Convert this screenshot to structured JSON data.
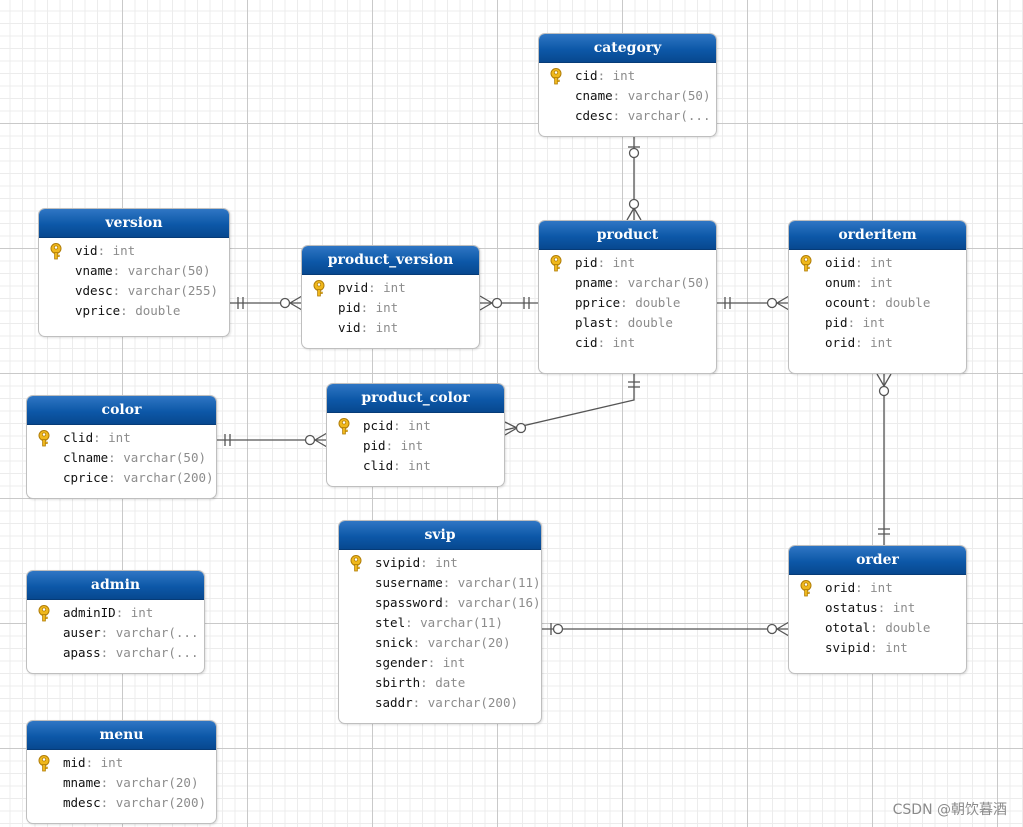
{
  "entities": {
    "category": {
      "title": "category",
      "fields": [
        {
          "name": "cid",
          "type": ": int",
          "key": true
        },
        {
          "name": "cname",
          "type": ": varchar(50)"
        },
        {
          "name": "cdesc",
          "type": ": varchar(..."
        }
      ]
    },
    "version": {
      "title": "version",
      "fields": [
        {
          "name": "vid",
          "type": ": int",
          "key": true
        },
        {
          "name": "vname",
          "type": ": varchar(50)"
        },
        {
          "name": "vdesc",
          "type": ": varchar(255)"
        },
        {
          "name": "vprice",
          "type": ": double"
        }
      ]
    },
    "product_version": {
      "title": "product_version",
      "fields": [
        {
          "name": "pvid",
          "type": ": int",
          "key": true
        },
        {
          "name": "pid",
          "type": ": int"
        },
        {
          "name": "vid",
          "type": ": int"
        }
      ]
    },
    "product": {
      "title": "product",
      "fields": [
        {
          "name": "pid",
          "type": ": int",
          "key": true
        },
        {
          "name": "pname",
          "type": ": varchar(50)"
        },
        {
          "name": "pprice",
          "type": ": double"
        },
        {
          "name": "plast",
          "type": ": double"
        },
        {
          "name": "cid",
          "type": ": int"
        }
      ]
    },
    "orderitem": {
      "title": "orderitem",
      "fields": [
        {
          "name": "oiid",
          "type": ": int",
          "key": true
        },
        {
          "name": "onum",
          "type": ": int"
        },
        {
          "name": "ocount",
          "type": ": double"
        },
        {
          "name": "pid",
          "type": ": int"
        },
        {
          "name": "orid",
          "type": ": int"
        }
      ]
    },
    "color": {
      "title": "color",
      "fields": [
        {
          "name": "clid",
          "type": ": int",
          "key": true
        },
        {
          "name": "clname",
          "type": ": varchar(50)"
        },
        {
          "name": "cprice",
          "type": ": varchar(200)"
        }
      ]
    },
    "product_color": {
      "title": "product_color",
      "fields": [
        {
          "name": "pcid",
          "type": ": int",
          "key": true
        },
        {
          "name": "pid",
          "type": ": int"
        },
        {
          "name": "clid",
          "type": ": int"
        }
      ]
    },
    "svip": {
      "title": "svip",
      "fields": [
        {
          "name": "svipid",
          "type": ": int",
          "key": true
        },
        {
          "name": "susername",
          "type": ": varchar(11)"
        },
        {
          "name": "spassword",
          "type": ": varchar(16)"
        },
        {
          "name": "stel",
          "type": ": varchar(11)"
        },
        {
          "name": "snick",
          "type": ": varchar(20)"
        },
        {
          "name": "sgender",
          "type": ": int"
        },
        {
          "name": "sbirth",
          "type": ": date"
        },
        {
          "name": "saddr",
          "type": ": varchar(200)"
        }
      ]
    },
    "order": {
      "title": "order",
      "fields": [
        {
          "name": "orid",
          "type": ": int",
          "key": true
        },
        {
          "name": "ostatus",
          "type": ": int"
        },
        {
          "name": "ototal",
          "type": ": double"
        },
        {
          "name": "svipid",
          "type": ": int"
        }
      ]
    },
    "admin": {
      "title": "admin",
      "fields": [
        {
          "name": "adminID",
          "type": ": int",
          "key": true
        },
        {
          "name": "auser",
          "type": ": varchar(..."
        },
        {
          "name": "apass",
          "type": ": varchar(..."
        }
      ]
    },
    "menu": {
      "title": "menu",
      "fields": [
        {
          "name": "mid",
          "type": ": int",
          "key": true
        },
        {
          "name": "mname",
          "type": ": varchar(20)"
        },
        {
          "name": "mdesc",
          "type": ": varchar(200)"
        }
      ]
    }
  },
  "watermark": "CSDN @朝饮暮酒",
  "colors": {
    "header": "#0d58a8",
    "line": "#555555",
    "key": "#f0b81c"
  }
}
